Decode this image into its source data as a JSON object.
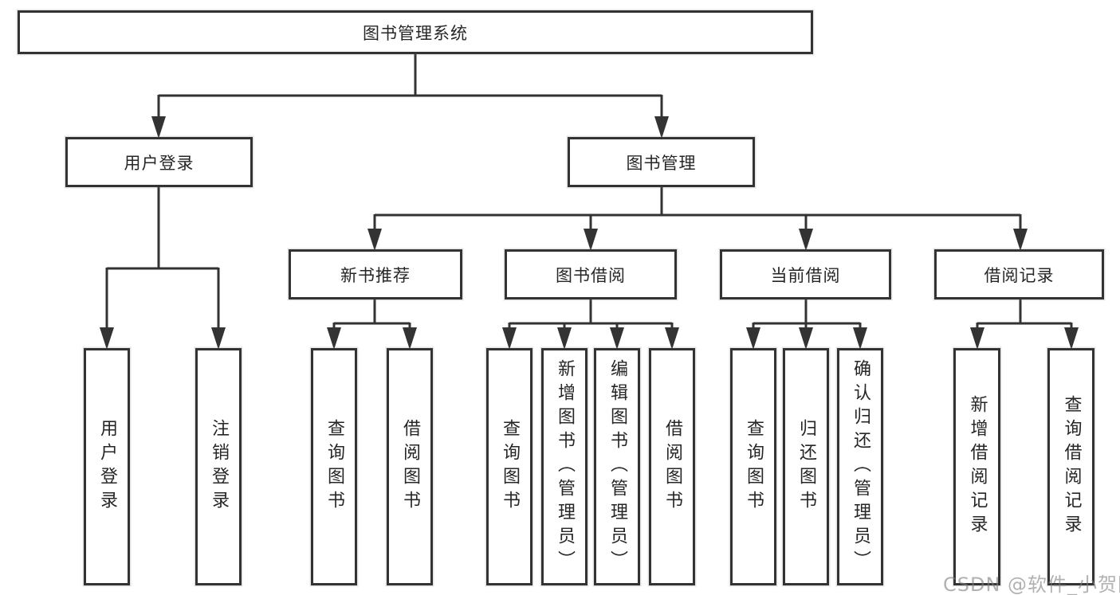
{
  "diagram": {
    "root": {
      "label": "图书管理系统"
    },
    "branches": [
      {
        "label": "用户登录",
        "children": [
          {
            "label": "用户登录"
          },
          {
            "label": "注销登录"
          }
        ]
      },
      {
        "label": "图书管理",
        "children": [
          {
            "label": "新书推荐",
            "children": [
              {
                "label": "查询图书"
              },
              {
                "label": "借阅图书"
              }
            ]
          },
          {
            "label": "图书借阅",
            "children": [
              {
                "label": "查询图书"
              },
              {
                "label": "新增图书（管理员）"
              },
              {
                "label": "编辑图书（管理员）"
              },
              {
                "label": "借阅图书"
              }
            ]
          },
          {
            "label": "当前借阅",
            "children": [
              {
                "label": "查询图书"
              },
              {
                "label": "归还图书"
              },
              {
                "label": "确认归还（管理员）"
              }
            ]
          },
          {
            "label": "借阅记录",
            "children": [
              {
                "label": "新增借阅记录"
              },
              {
                "label": "查询借阅记录"
              }
            ]
          }
        ]
      }
    ],
    "watermark": "CSDN @软件_小贺同学"
  },
  "colors": {
    "line": "#333333",
    "border": "#333333",
    "text": "#262626",
    "background": "#ffffff"
  }
}
